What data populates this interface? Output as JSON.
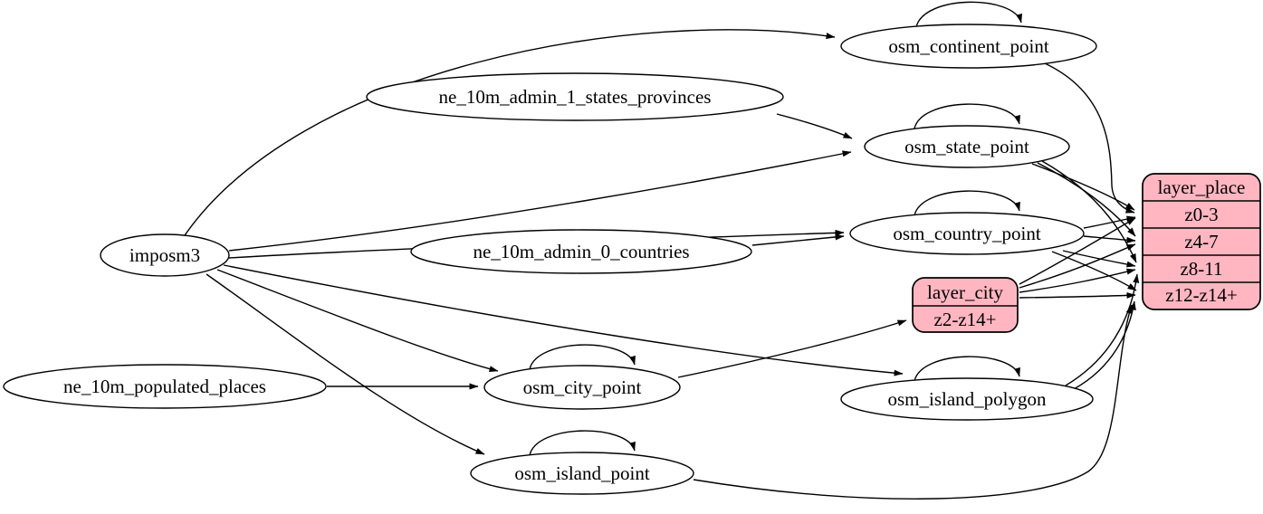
{
  "diagram": {
    "type": "etl-graph",
    "background_color": "#ffffff",
    "edge_color": "#000000",
    "table_node_fill": "#ffffff",
    "layer_record_fill": "#ffb6c1",
    "nodes": {
      "imposm3": {
        "label": "imposm3",
        "shape": "ellipse"
      },
      "ne_10m_admin_1_states_provinces": {
        "label": "ne_10m_admin_1_states_provinces",
        "shape": "ellipse"
      },
      "ne_10m_admin_0_countries": {
        "label": "ne_10m_admin_0_countries",
        "shape": "ellipse"
      },
      "ne_10m_populated_places": {
        "label": "ne_10m_populated_places",
        "shape": "ellipse"
      },
      "osm_continent_point": {
        "label": "osm_continent_point",
        "shape": "ellipse",
        "self_loop": true
      },
      "osm_state_point": {
        "label": "osm_state_point",
        "shape": "ellipse",
        "self_loop": true
      },
      "osm_country_point": {
        "label": "osm_country_point",
        "shape": "ellipse",
        "self_loop": true
      },
      "osm_city_point": {
        "label": "osm_city_point",
        "shape": "ellipse",
        "self_loop": true
      },
      "osm_island_polygon": {
        "label": "osm_island_polygon",
        "shape": "ellipse",
        "self_loop": true
      },
      "osm_island_point": {
        "label": "osm_island_point",
        "shape": "ellipse",
        "self_loop": true
      }
    },
    "records": {
      "layer_city": {
        "title": "layer_city",
        "rows": [
          "z2-z14+"
        ]
      },
      "layer_place": {
        "title": "layer_place",
        "rows": [
          "z0-3",
          "z4-7",
          "z8-11",
          "z12-z14+"
        ]
      }
    },
    "edges": [
      {
        "from": "imposm3",
        "to": "osm_continent_point"
      },
      {
        "from": "imposm3",
        "to": "osm_state_point"
      },
      {
        "from": "imposm3",
        "to": "osm_country_point"
      },
      {
        "from": "imposm3",
        "to": "osm_city_point"
      },
      {
        "from": "imposm3",
        "to": "osm_island_polygon"
      },
      {
        "from": "imposm3",
        "to": "osm_island_point"
      },
      {
        "from": "ne_10m_admin_1_states_provinces",
        "to": "osm_state_point"
      },
      {
        "from": "ne_10m_admin_0_countries",
        "to": "osm_country_point"
      },
      {
        "from": "ne_10m_populated_places",
        "to": "osm_city_point"
      },
      {
        "from": "osm_continent_point",
        "to": "osm_continent_point"
      },
      {
        "from": "osm_state_point",
        "to": "osm_state_point"
      },
      {
        "from": "osm_country_point",
        "to": "osm_country_point"
      },
      {
        "from": "osm_city_point",
        "to": "osm_city_point"
      },
      {
        "from": "osm_island_polygon",
        "to": "osm_island_polygon"
      },
      {
        "from": "osm_island_point",
        "to": "osm_island_point"
      },
      {
        "from": "osm_continent_point",
        "to": "layer_place:z0-3"
      },
      {
        "from": "osm_state_point",
        "to": "layer_place:z0-3"
      },
      {
        "from": "osm_state_point",
        "to": "layer_place:z4-7"
      },
      {
        "from": "osm_state_point",
        "to": "layer_place:z8-11"
      },
      {
        "from": "osm_country_point",
        "to": "layer_place:z0-3"
      },
      {
        "from": "osm_country_point",
        "to": "layer_place:z4-7"
      },
      {
        "from": "osm_country_point",
        "to": "layer_place:z8-11"
      },
      {
        "from": "osm_country_point",
        "to": "layer_place:z12-z14+"
      },
      {
        "from": "osm_city_point",
        "to": "layer_city:z2-z14+"
      },
      {
        "from": "layer_city",
        "to": "layer_place:z0-3"
      },
      {
        "from": "layer_city",
        "to": "layer_place:z4-7"
      },
      {
        "from": "layer_city",
        "to": "layer_place:z8-11"
      },
      {
        "from": "layer_city",
        "to": "layer_place:z12-z14+"
      },
      {
        "from": "osm_island_polygon",
        "to": "layer_place:z8-11"
      },
      {
        "from": "osm_island_polygon",
        "to": "layer_place:z12-z14+"
      },
      {
        "from": "osm_island_point",
        "to": "layer_place:z12-z14+"
      }
    ]
  }
}
